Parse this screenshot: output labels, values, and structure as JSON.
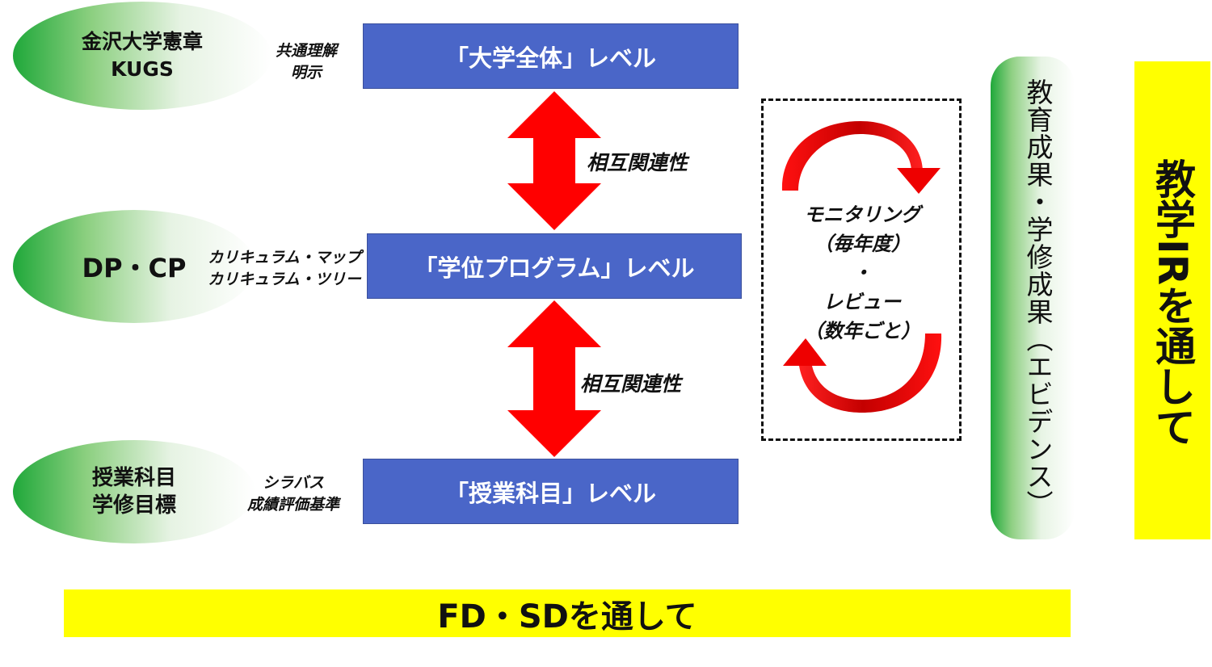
{
  "left_ellipses": [
    {
      "lines": [
        "金沢大学憲章",
        "KUGS"
      ]
    },
    {
      "lines": [
        "DP・CP"
      ]
    },
    {
      "lines": [
        "授業科目",
        "学修目標"
      ]
    }
  ],
  "notes": [
    {
      "lines": [
        "共通理解",
        "明示"
      ]
    },
    {
      "lines": [
        "カリキュラム・マップ",
        "カリキュラム・ツリー"
      ]
    },
    {
      "lines": [
        "シラバス",
        "成績評価基準"
      ]
    }
  ],
  "levels": [
    {
      "label": "「大学全体」レベル"
    },
    {
      "label": "「学位プログラム」レベル"
    },
    {
      "label": "「授業科目」レベル"
    }
  ],
  "relations": [
    "相互関連性",
    "相互関連性"
  ],
  "cycle": {
    "lines": [
      "モニタリング",
      "（毎年度）",
      "・",
      "レビュー",
      "（数年ごと）"
    ]
  },
  "evidence_label": "教育成果・学修成果（エビデンス）",
  "ir_label": "教学IRを通して",
  "fd_sd_label": "FD・SDを通して",
  "colors": {
    "level_box": "#4a66c8",
    "arrow": "#ff0000",
    "ellipse_green": "#1fa83a",
    "highlight_yellow": "#ffff00"
  }
}
